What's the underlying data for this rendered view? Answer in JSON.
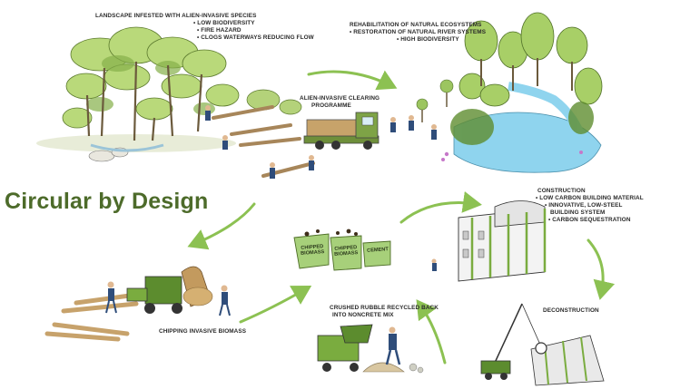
{
  "title": "Circular by Design",
  "stages": {
    "landscape": {
      "heading": "LANDSCAPE INFESTED WITH ALIEN-INVASIVE SPECIES",
      "bullets": [
        "• LOW BIODIVERSITY",
        "• FIRE HAZARD",
        "• CLOGS WATERWAYS REDUCING FLOW"
      ]
    },
    "clearing": {
      "line1": "ALIEN-INVASIVE CLEARING",
      "line2": "PROGRAMME"
    },
    "rehabilitation": {
      "heading": "REHABILITATION OF NATURAL ECOSYSTEMS",
      "bullets": [
        "• RESTORATION OF NATURAL RIVER SYSTEMS",
        "• HIGH BIODIVERSITY"
      ]
    },
    "construction": {
      "heading": "CONSTRUCTION",
      "bullets": [
        "• LOW CARBON BUILDING MATERIAL",
        "• INNOVATIVE, LOW-STEEL",
        "BUILDING SYSTEM",
        "• CARBON SEQUESTRATION"
      ]
    },
    "chipping": {
      "label": "CHIPPING INVASIVE BIOMASS"
    },
    "crushed": {
      "line1": "CRUSHED RUBBLE RECYCLED BACK",
      "line2": "INTO NONCRETE MIX"
    },
    "deconstruction": {
      "label": "DECONSTRUCTION"
    }
  },
  "bags": [
    {
      "line1": "CHIPPED",
      "line2": "BIOMASS"
    },
    {
      "line1": "CHIPPED",
      "line2": "BIOMASS"
    },
    {
      "line1": "CEMENT",
      "line2": ""
    }
  ],
  "colors": {
    "title": "#4d6b2a",
    "arrow": "#8cc152",
    "foliage": "#a9cf6a",
    "water": "#8fd4ee"
  }
}
